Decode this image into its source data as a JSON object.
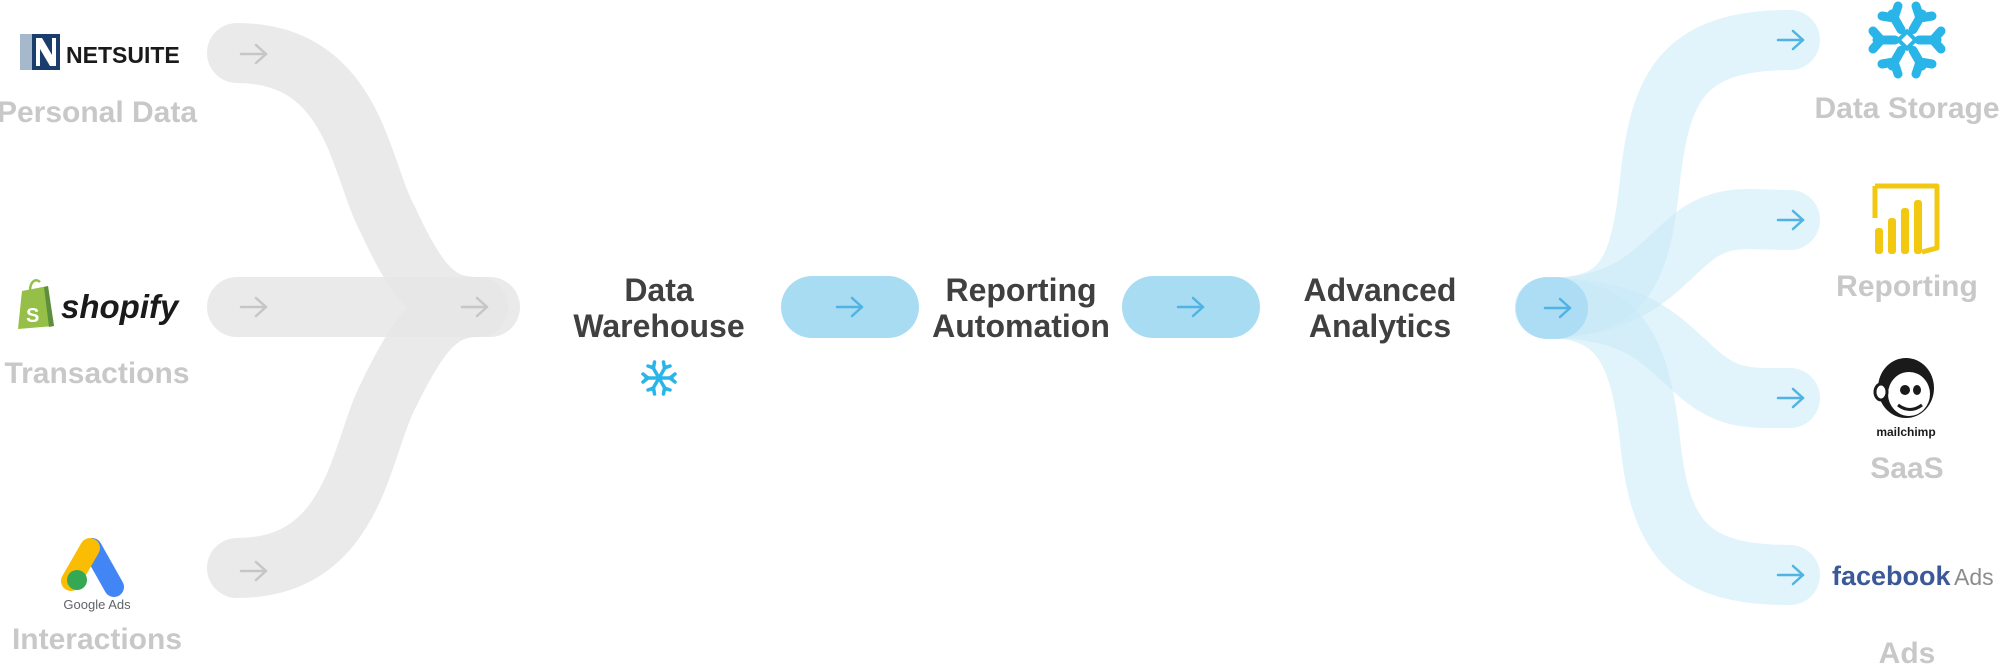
{
  "colors": {
    "source_band": "#e6e6e6",
    "source_arrow": "#c6c6c6",
    "dest_band": "#c9e9f8",
    "dest_pill": "#a8dcf3",
    "dest_arrow": "#4fb4e3",
    "label_dark": "#404040",
    "label_light": "#c8c8c8",
    "snowflake": "#29b5e8",
    "netsuite_blue": "#1a3d6d",
    "shopify_green": "#95bf47",
    "powerbi_yellow": "#f2c811",
    "facebook_blue": "#3b5998"
  },
  "sources": [
    {
      "logo": "NETSUITE",
      "label": "Personal Data",
      "icon": "netsuite-logo-icon"
    },
    {
      "logo": "shopify",
      "label": "Transactions",
      "icon": "shopify-logo-icon"
    },
    {
      "logo": "Google Ads",
      "label": "Interactions",
      "icon": "google-ads-logo-icon"
    }
  ],
  "pipeline": [
    {
      "line1": "Data",
      "line2": "Warehouse",
      "icon": "snowflake-icon"
    },
    {
      "line1": "Reporting",
      "line2": "Automation"
    },
    {
      "line1": "Advanced",
      "line2": "Analytics"
    }
  ],
  "destinations": [
    {
      "label": "Data Storage",
      "icon": "snowflake-logo-icon"
    },
    {
      "label": "Reporting",
      "icon": "power-bi-logo-icon"
    },
    {
      "label": "SaaS",
      "logo": "mailchimp",
      "icon": "mailchimp-logo-icon"
    },
    {
      "label": "Ads",
      "logo": "facebook",
      "logo_suffix": "Ads",
      "icon": "facebook-ads-logo-icon"
    }
  ]
}
